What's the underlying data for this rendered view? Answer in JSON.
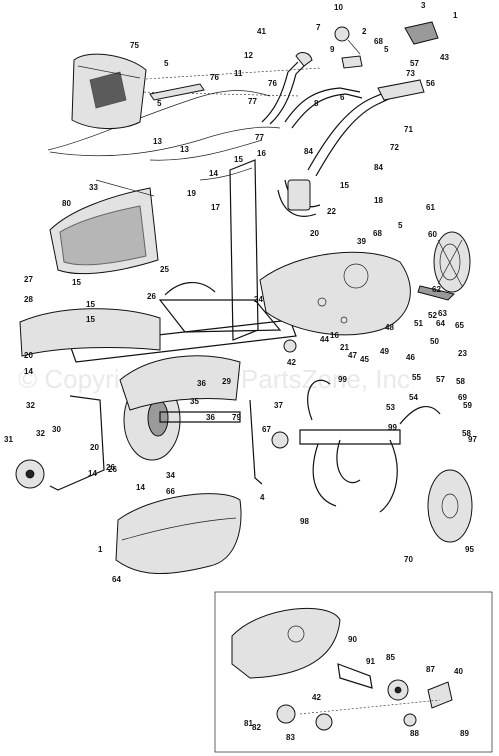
{
  "watermark": "© Copyright MowerPartsZone, Inc",
  "labels": [
    {
      "t": "1"
    },
    {
      "t": "3"
    },
    {
      "t": "43"
    },
    {
      "t": "10"
    },
    {
      "t": "7"
    },
    {
      "t": "2"
    },
    {
      "t": "68"
    },
    {
      "t": "5"
    },
    {
      "t": "41"
    },
    {
      "t": "12"
    },
    {
      "t": "11"
    },
    {
      "t": "9"
    },
    {
      "t": "76"
    },
    {
      "t": "8"
    },
    {
      "t": "57"
    },
    {
      "t": "73"
    },
    {
      "t": "75"
    },
    {
      "t": "5"
    },
    {
      "t": "76"
    },
    {
      "t": "5"
    },
    {
      "t": "77"
    },
    {
      "t": "77"
    },
    {
      "t": "13"
    },
    {
      "t": "13"
    },
    {
      "t": "56"
    },
    {
      "t": "6"
    },
    {
      "t": "71"
    },
    {
      "t": "72"
    },
    {
      "t": "84"
    },
    {
      "t": "84"
    },
    {
      "t": "15"
    },
    {
      "t": "16"
    },
    {
      "t": "14"
    },
    {
      "t": "19"
    },
    {
      "t": "17"
    },
    {
      "t": "15"
    },
    {
      "t": "18"
    },
    {
      "t": "33"
    },
    {
      "t": "80"
    },
    {
      "t": "22"
    },
    {
      "t": "20"
    },
    {
      "t": "61"
    },
    {
      "t": "39"
    },
    {
      "t": "68"
    },
    {
      "t": "5"
    },
    {
      "t": "60"
    },
    {
      "t": "25"
    },
    {
      "t": "27"
    },
    {
      "t": "15"
    },
    {
      "t": "28"
    },
    {
      "t": "15"
    },
    {
      "t": "26"
    },
    {
      "t": "15"
    },
    {
      "t": "24"
    },
    {
      "t": "62"
    },
    {
      "t": "63"
    },
    {
      "t": "20"
    },
    {
      "t": "14"
    },
    {
      "t": "32"
    },
    {
      "t": "44"
    },
    {
      "t": "42"
    },
    {
      "t": "48"
    },
    {
      "t": "52"
    },
    {
      "t": "64"
    },
    {
      "t": "65"
    },
    {
      "t": "51"
    },
    {
      "t": "50"
    },
    {
      "t": "16"
    },
    {
      "t": "21"
    },
    {
      "t": "47"
    },
    {
      "t": "45"
    },
    {
      "t": "46"
    },
    {
      "t": "49"
    },
    {
      "t": "53"
    },
    {
      "t": "55"
    },
    {
      "t": "23"
    },
    {
      "t": "29"
    },
    {
      "t": "36"
    },
    {
      "t": "35"
    },
    {
      "t": "54"
    },
    {
      "t": "57"
    },
    {
      "t": "58"
    },
    {
      "t": "59"
    },
    {
      "t": "69"
    },
    {
      "t": "37"
    },
    {
      "t": "79"
    },
    {
      "t": "36"
    },
    {
      "t": "67"
    },
    {
      "t": "99"
    },
    {
      "t": "99"
    },
    {
      "t": "30"
    },
    {
      "t": "20"
    },
    {
      "t": "26"
    },
    {
      "t": "31"
    },
    {
      "t": "32"
    },
    {
      "t": "14"
    },
    {
      "t": "26"
    },
    {
      "t": "34"
    },
    {
      "t": "14"
    },
    {
      "t": "66"
    },
    {
      "t": "58"
    },
    {
      "t": "97"
    },
    {
      "t": "4"
    },
    {
      "t": "98"
    },
    {
      "t": "95"
    },
    {
      "t": "70"
    },
    {
      "t": "1"
    },
    {
      "t": "64"
    },
    {
      "t": "90"
    },
    {
      "t": "91"
    },
    {
      "t": "85"
    },
    {
      "t": "87"
    },
    {
      "t": "40"
    },
    {
      "t": "81"
    },
    {
      "t": "88"
    },
    {
      "t": "42"
    },
    {
      "t": "82"
    },
    {
      "t": "83"
    },
    {
      "t": "89"
    }
  ]
}
